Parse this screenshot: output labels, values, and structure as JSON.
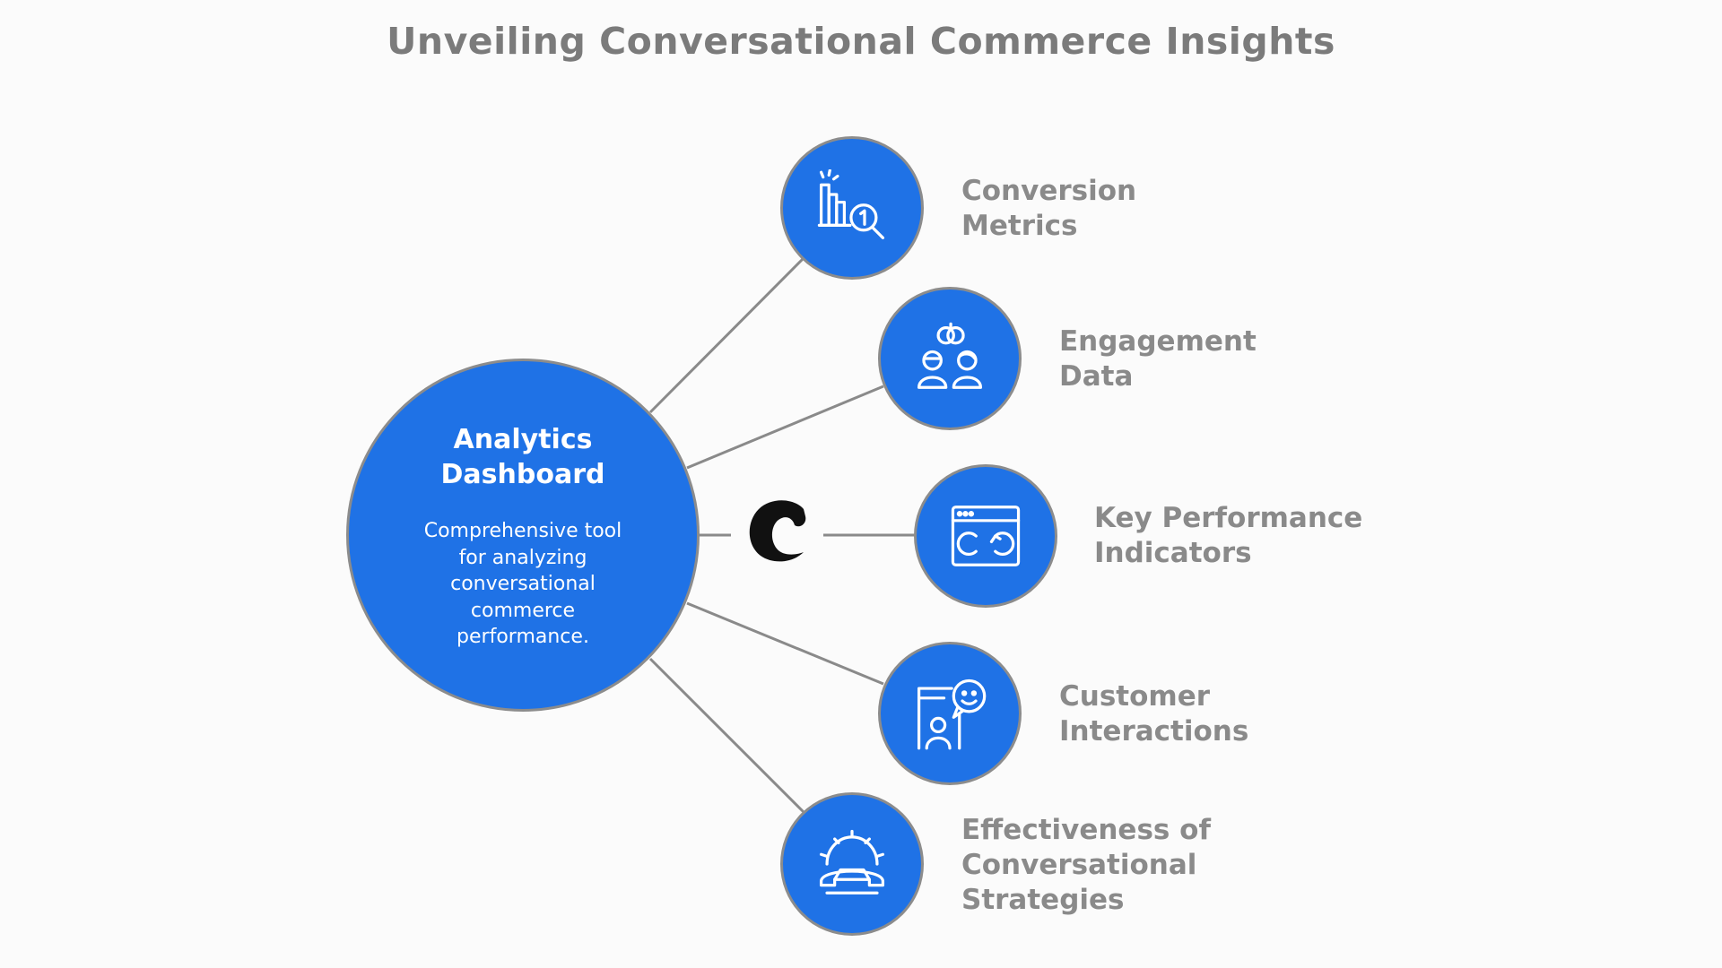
{
  "title": "Unveiling Conversational Commerce Insights",
  "hub": {
    "title_line1": "Analytics",
    "title_line2": "Dashboard",
    "description_lines": [
      "Comprehensive tool",
      "for analyzing",
      "conversational",
      "commerce",
      "performance."
    ]
  },
  "branches": [
    {
      "icon": "bar-chart-magnifier-icon",
      "lines": [
        "Conversion",
        "Metrics"
      ]
    },
    {
      "icon": "people-connection-icon",
      "lines": [
        "Engagement",
        "Data"
      ]
    },
    {
      "icon": "browser-gauges-icon",
      "lines": [
        "Key Performance",
        "Indicators"
      ]
    },
    {
      "icon": "customer-chat-icon",
      "lines": [
        "Customer",
        "Interactions"
      ]
    },
    {
      "icon": "gear-phone-icon",
      "lines": [
        "Effectiveness of",
        "Conversational",
        "Strategies"
      ]
    }
  ],
  "colors": {
    "node_fill": "#1f72e6",
    "node_border": "#8c8c8c",
    "connector": "#8a8a8a",
    "label_text": "#8a8a8a",
    "title_text": "#7b7b7b"
  },
  "logo": {
    "icon": "brand-c-logo-icon"
  }
}
